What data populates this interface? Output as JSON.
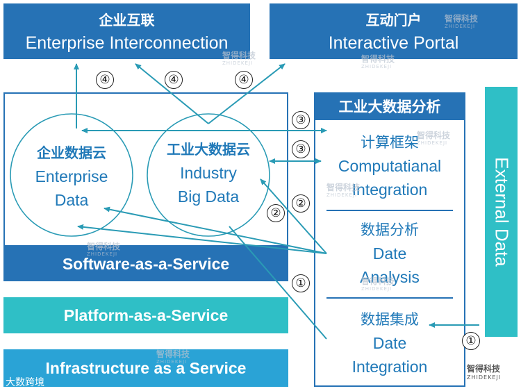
{
  "top_left": {
    "zh": "企业互联",
    "en": "Enterprise Interconnection"
  },
  "top_right": {
    "zh": "互动门户",
    "en": "Interactive Portal"
  },
  "saas": {
    "enterprise_zh": "企业数据云",
    "enterprise_en1": "Enterprise",
    "enterprise_en2": "Data",
    "industry_zh": "工业大数据云",
    "industry_en1": "Industry",
    "industry_en2": "Big Data",
    "label": "Software-as-a-Service"
  },
  "paas": {
    "label": "Platform-as-a-Service"
  },
  "iaas": {
    "label": "Infrastructure as a Service"
  },
  "analytics": {
    "title": "工业大数据分析",
    "sections": [
      {
        "zh": "计算框架",
        "en1": "Computatianal",
        "en2": "Integration"
      },
      {
        "zh": "数据分析",
        "en1": "Date",
        "en2": "Analysis"
      },
      {
        "zh": "数据集成",
        "en1": "Date",
        "en2": "Integration"
      }
    ]
  },
  "external": {
    "label": "External Data"
  },
  "steps": {
    "one": "①",
    "two": "②",
    "three": "③",
    "four": "④"
  },
  "watermark": {
    "brand": "智得科技",
    "sub": "ZHIDEKEJI",
    "footer": "大数跨境"
  },
  "colors": {
    "dark_blue": "#2672b5",
    "teal": "#2fbfc6",
    "text_blue": "#2079b8"
  }
}
